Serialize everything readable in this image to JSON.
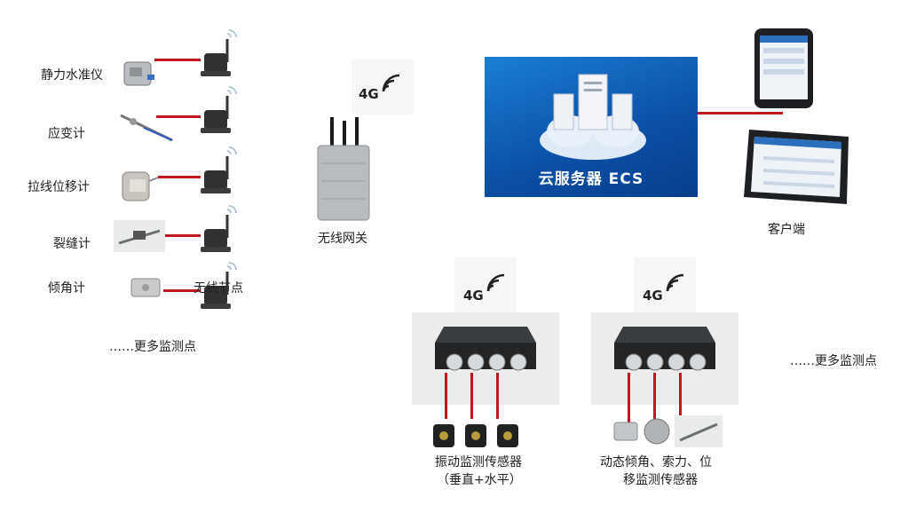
{
  "sensors": [
    {
      "label": "静力水准仪"
    },
    {
      "label": "应变计"
    },
    {
      "label": "拉线位移计"
    },
    {
      "label": "裂缝计"
    },
    {
      "label": "倾角计"
    }
  ],
  "wireless_node_label": "无线节点",
  "more_points_left": "……更多监测点",
  "network_badge": "4G",
  "gateway_label": "无线网关",
  "cloud_title": "云服务器 ECS",
  "client_label": "客户端",
  "collector_badge": "4G",
  "vibration_label_line1": "振动监测传感器",
  "vibration_label_line2": "（垂直+水平）",
  "dynamic_label_line1": "动态倾角、索力、位",
  "dynamic_label_line2": "移监测传感器",
  "more_points_right": "……更多监测点",
  "colors": {
    "link": "#c0181c",
    "cloud": "#0b4fa6"
  }
}
